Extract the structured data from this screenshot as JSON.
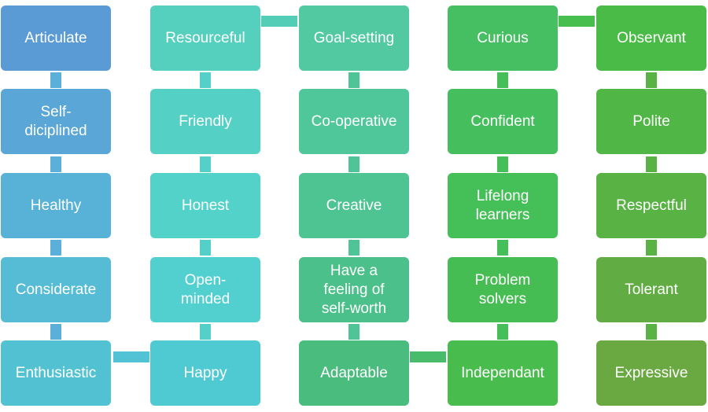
{
  "columns": [
    {
      "items": [
        "Articulate",
        "Self-\ndiciplined",
        "Healthy",
        "Considerate",
        "Enthusiastic"
      ],
      "colors": [
        "#5b9bd5",
        "#5aa6d6",
        "#58b1d7",
        "#56bcd6",
        "#52c2d3"
      ]
    },
    {
      "items": [
        "Resourceful",
        "Friendly",
        "Honest",
        "Open-\nminded",
        "Happy"
      ],
      "colors": [
        "#55cfbe",
        "#54d1c4",
        "#53d2ca",
        "#52d0cf",
        "#50cad2"
      ]
    },
    {
      "items": [
        "Goal-setting",
        "Co-operative",
        "Creative",
        "Have a\nfeeling of\nself-worth",
        "Adaptable"
      ],
      "colors": [
        "#52c9a1",
        "#4fc79a",
        "#4ec493",
        "#4cc08a",
        "#4abc7e"
      ]
    },
    {
      "items": [
        "Curious",
        "Confident",
        "Lifelong\nlearners",
        "Problem\nsolvers",
        "Independant"
      ],
      "colors": [
        "#46bf62",
        "#45bf5d",
        "#45bf57",
        "#46bd52",
        "#48bc4c"
      ]
    },
    {
      "items": [
        "Observant",
        "Polite",
        "Respectful",
        "Tolerant",
        "Expressive"
      ],
      "colors": [
        "#4bbb47",
        "#50b746",
        "#58b244",
        "#61ad43",
        "#6aa841"
      ]
    }
  ],
  "connector_colors": {
    "col1": "#5ab0d8",
    "col2": "#54d0c9",
    "col3": "#4fc597",
    "col4": "#46be5a",
    "col5": "#58b244",
    "h_bottom_1_2": "#52c3d4",
    "h_top_2_3": "#53cdb5",
    "h_bottom_3_4": "#48bc6a",
    "h_top_4_5": "#47be4e"
  }
}
